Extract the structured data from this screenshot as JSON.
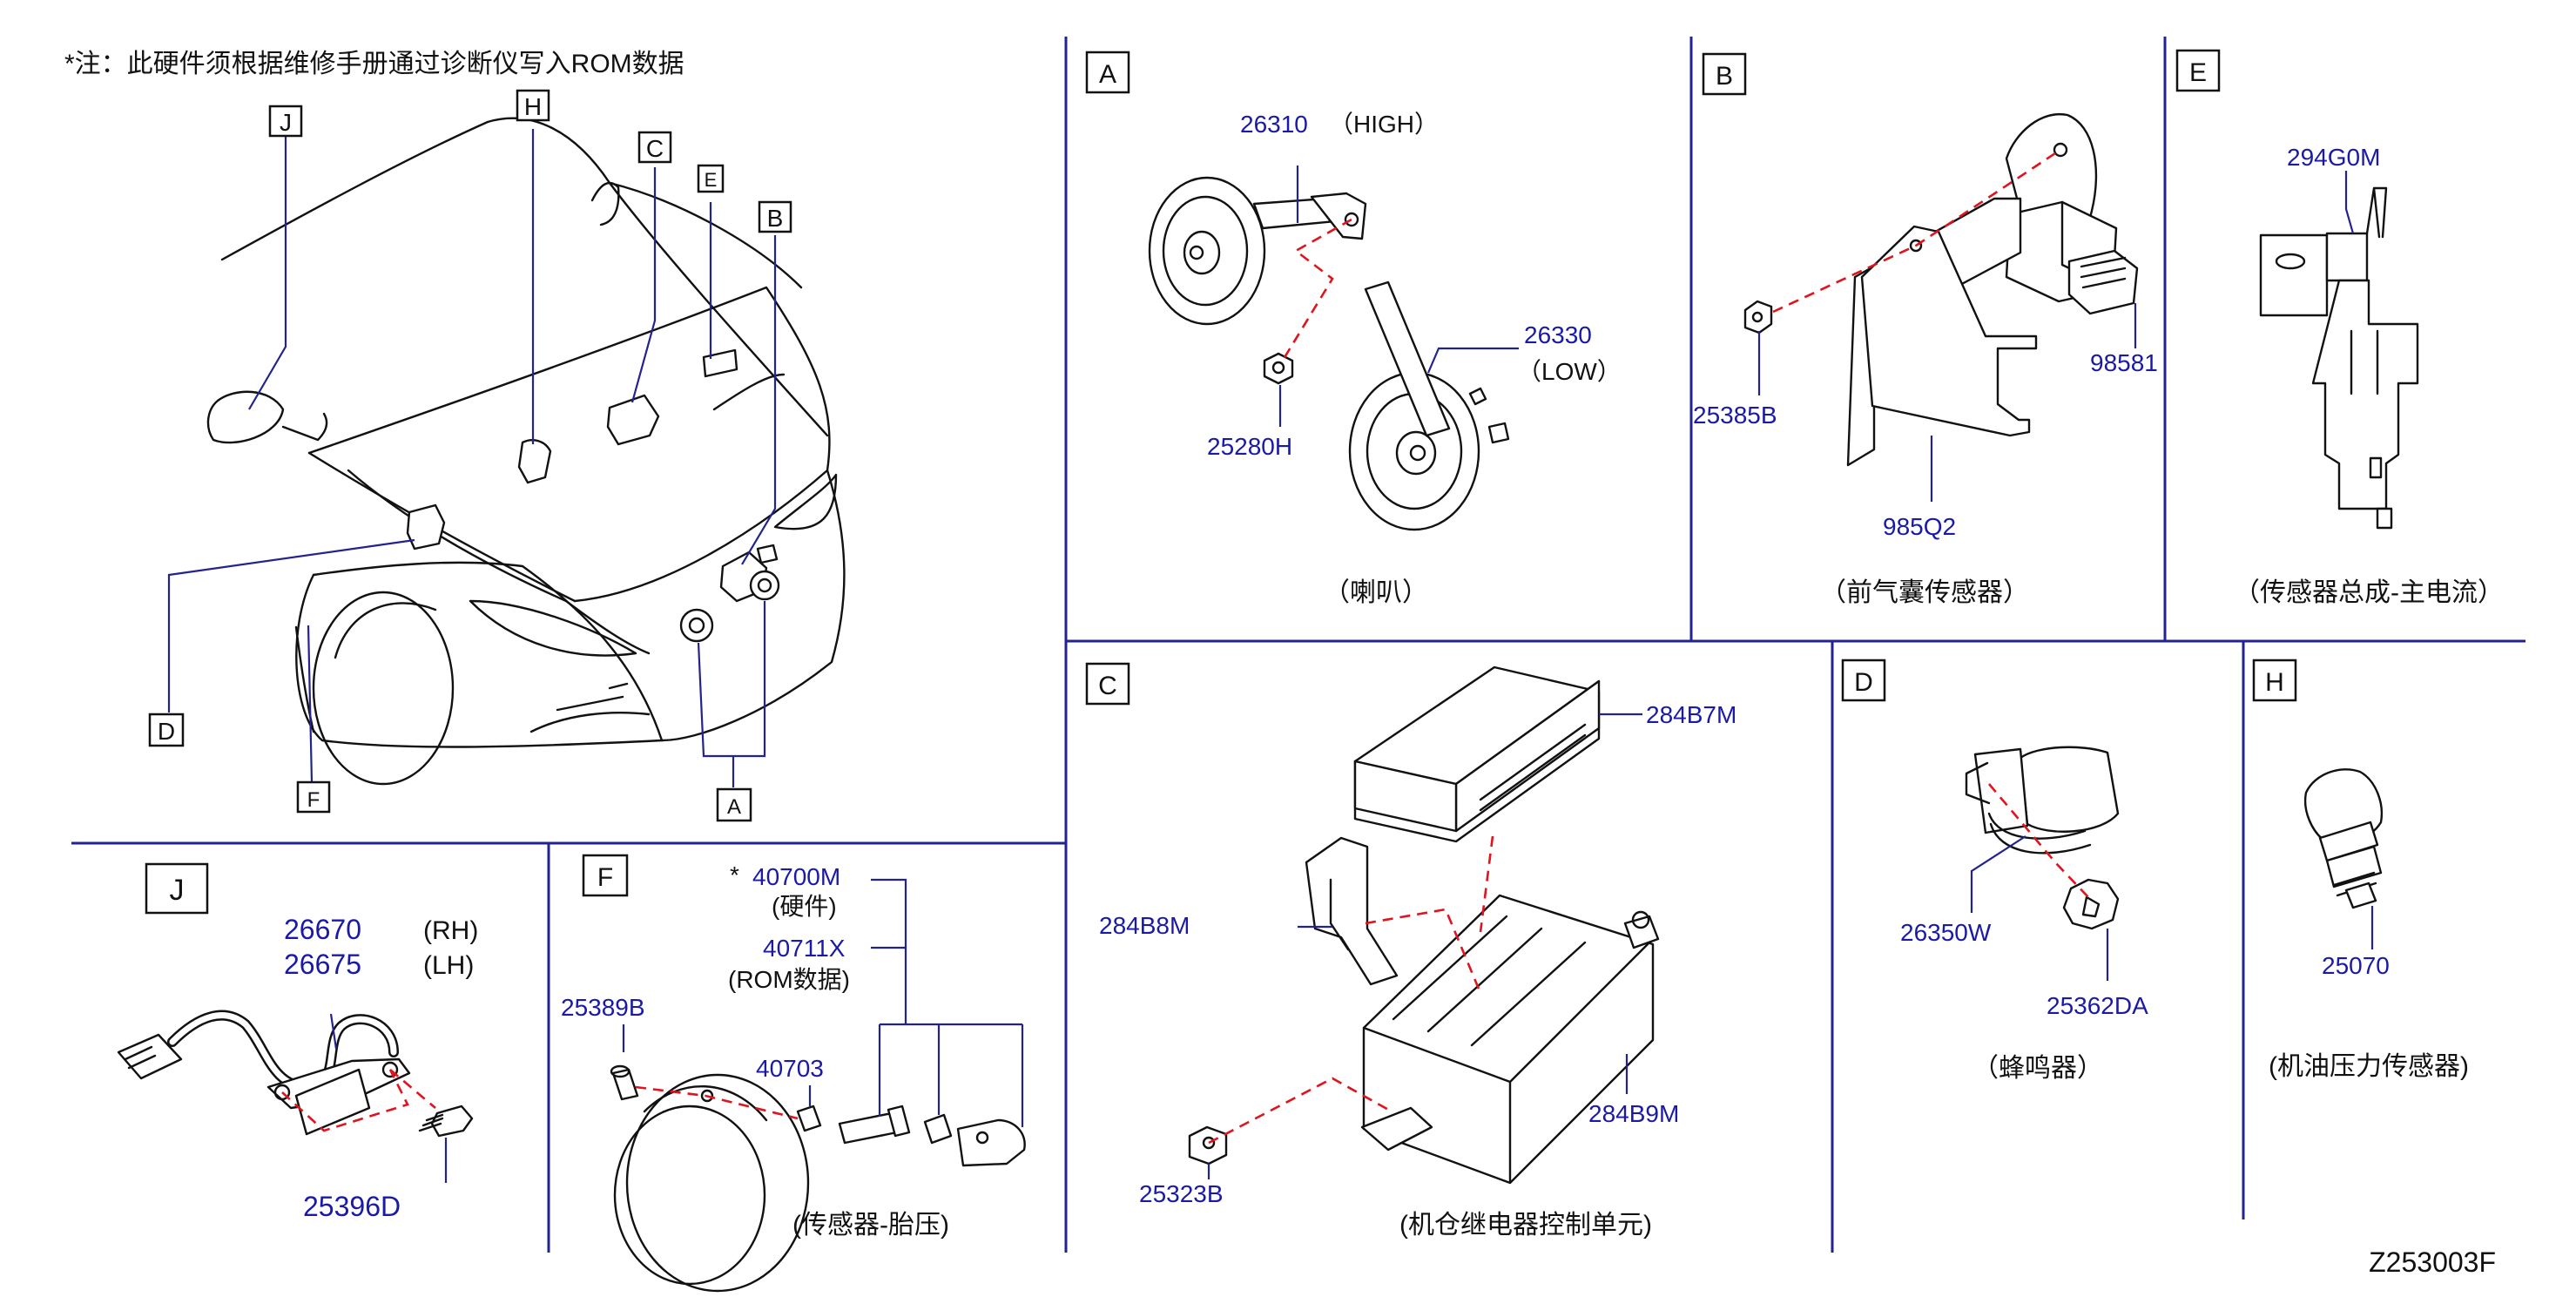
{
  "note": "*注：此硬件须根据维修手册通过诊断仪写入ROM数据",
  "drawing_id": "Z253003F",
  "overview_letters": [
    "J",
    "H",
    "C",
    "E",
    "B",
    "D",
    "F",
    "A"
  ],
  "panels": {
    "A": {
      "letter": "A",
      "caption": "（喇叭）",
      "parts": [
        {
          "no": "26310",
          "note": "（HIGH）"
        },
        {
          "no": "26330",
          "note": "（LOW）"
        },
        {
          "no": "25280H"
        }
      ]
    },
    "B": {
      "letter": "B",
      "caption": "（前气囊传感器）",
      "parts": [
        {
          "no": "25385B"
        },
        {
          "no": "98581"
        },
        {
          "no": "985Q2"
        }
      ]
    },
    "E": {
      "letter": "E",
      "caption": "（传感器总成-主电流）",
      "parts": [
        {
          "no": "294G0M"
        }
      ]
    },
    "C": {
      "letter": "C",
      "caption": "(机仓继电器控制单元)",
      "parts": [
        {
          "no": "284B7M"
        },
        {
          "no": "284B8M"
        },
        {
          "no": "284B9M"
        },
        {
          "no": "25323B"
        }
      ]
    },
    "D": {
      "letter": "D",
      "caption": "（蜂鸣器）",
      "parts": [
        {
          "no": "26350W"
        },
        {
          "no": "25362DA"
        }
      ]
    },
    "H": {
      "letter": "H",
      "caption": "(机油压力传感器)",
      "parts": [
        {
          "no": "25070"
        }
      ]
    },
    "J": {
      "letter": "J",
      "parts": [
        {
          "no": "26670",
          "note": "(RH)"
        },
        {
          "no": "26675",
          "note": "(LH)"
        },
        {
          "no": "25396D"
        }
      ]
    },
    "F": {
      "letter": "F",
      "caption": "(传感器-胎压)",
      "star": "*",
      "parts": [
        {
          "no": "40700M",
          "note": "(硬件)"
        },
        {
          "no": "40711X",
          "note": "(ROM数据)"
        },
        {
          "no": "25389B"
        },
        {
          "no": "40703"
        }
      ]
    }
  }
}
